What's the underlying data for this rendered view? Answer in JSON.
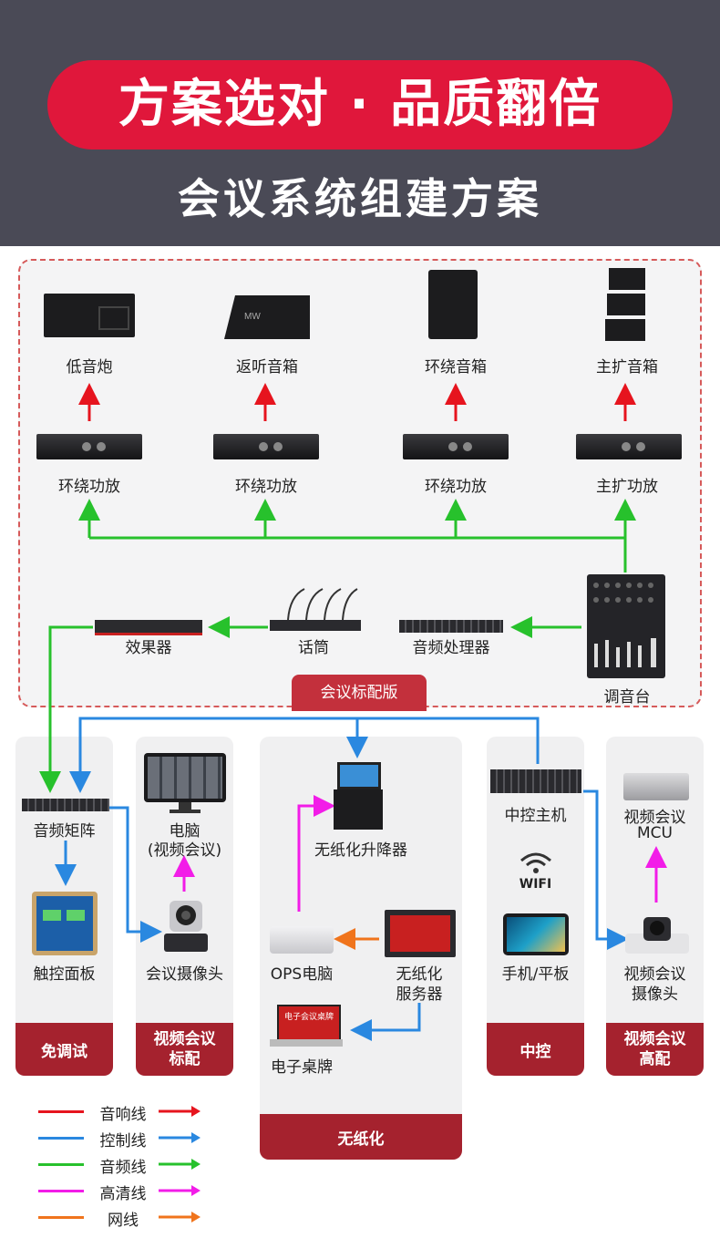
{
  "header": {
    "banner": "方案选对 · 品质翻倍",
    "subtitle": "会议系统组建方案"
  },
  "standard": {
    "badge": "会议标配版",
    "speakers": [
      "低音炮",
      "返听音箱",
      "环绕音箱",
      "主扩音箱"
    ],
    "amplifiers": [
      "环绕功放",
      "环绕功放",
      "环绕功放",
      "主扩功放"
    ],
    "effects": "效果器",
    "microphone": "话筒",
    "processor": "音频处理器",
    "mixer": "调音台"
  },
  "panels": {
    "free": {
      "matrix": "音频矩阵",
      "touch": "触控面板",
      "footer": "免调试"
    },
    "video_std": {
      "computer": "电脑",
      "computer_sub": "(视频会议)",
      "camera": "会议摄像头",
      "footer_1": "视频会议",
      "footer_2": "标配"
    },
    "paperless": {
      "lifter": "无纸化升降器",
      "ops": "OPS电脑",
      "server_1": "无纸化",
      "server_2": "服务器",
      "nameplate": "电子桌牌",
      "nameplate_screen": "电子会议桌牌",
      "footer": "无纸化"
    },
    "control": {
      "host": "中控主机",
      "wifi": "WIFI",
      "phone": "手机/平板",
      "footer": "中控"
    },
    "video_high": {
      "mcu_1": "视频会议",
      "mcu_2": "MCU",
      "cam_1": "视频会议",
      "cam_2": "摄像头",
      "footer_1": "视频会议",
      "footer_2": "高配"
    }
  },
  "legend": [
    {
      "label": "音响线",
      "color": "#e6141e"
    },
    {
      "label": "控制线",
      "color": "#2a88e0"
    },
    {
      "label": "音频线",
      "color": "#27c12c"
    },
    {
      "label": "高清线",
      "color": "#f21ce8"
    },
    {
      "label": "网线",
      "color": "#f0741c"
    }
  ],
  "colors": {
    "banner": "#e0173b",
    "header_bg": "#4a4a56",
    "footer_red": "#a5222e"
  }
}
